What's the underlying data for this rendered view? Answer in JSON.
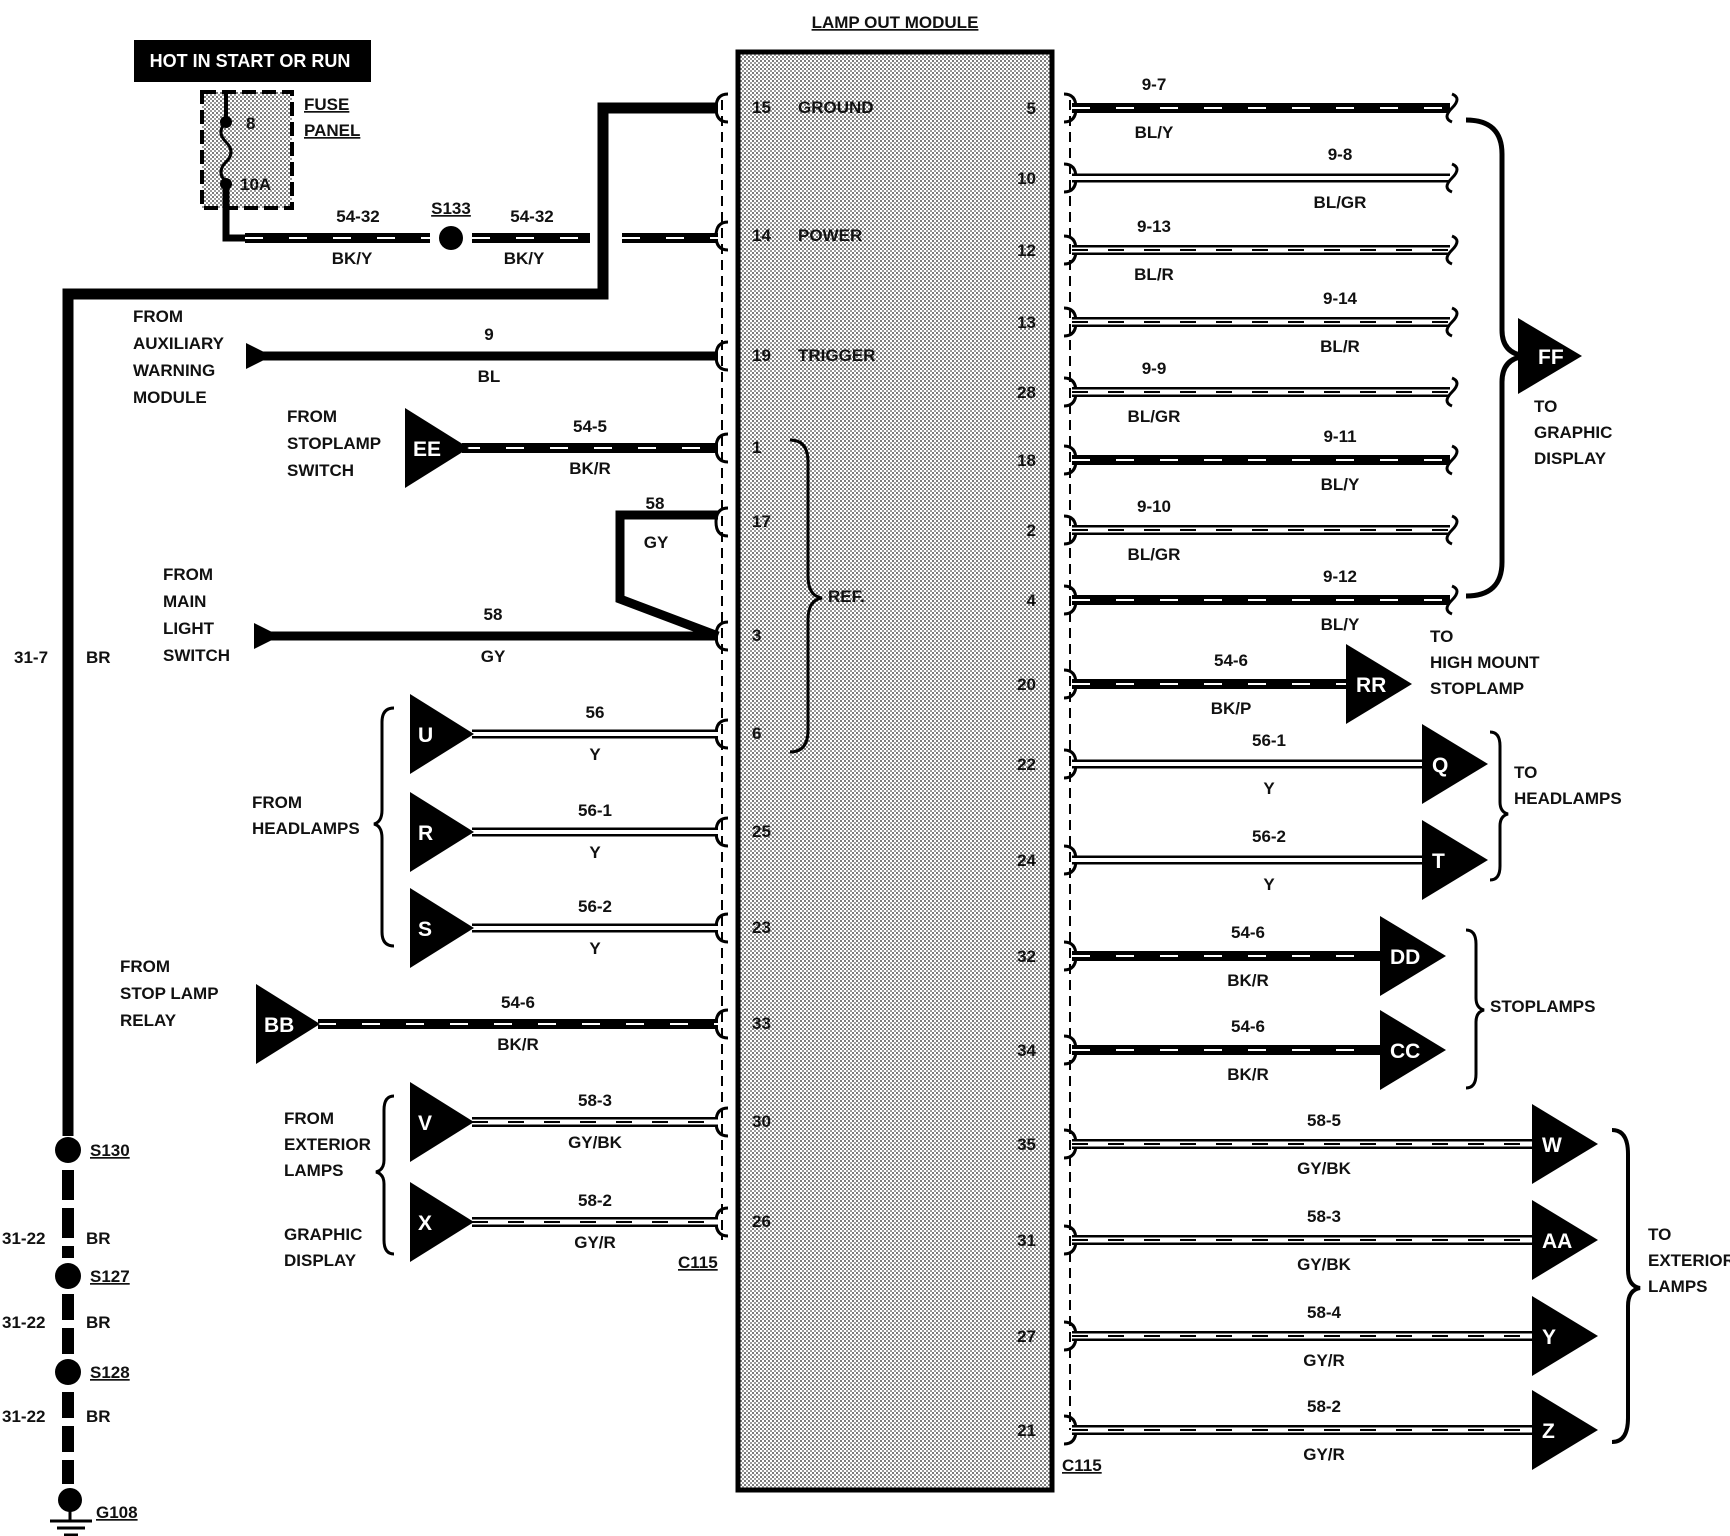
{
  "module": {
    "title": "LAMP OUT MODULE",
    "connector": "C115"
  },
  "power_source": {
    "hot_label": "HOT IN START OR RUN",
    "fuse_number": "8",
    "fuse_rating": "10A",
    "panel_label": [
      "FUSE",
      "PANEL"
    ],
    "splice": "S133",
    "wire1": {
      "circuit": "54-32",
      "color": "BK/Y"
    },
    "wire2": {
      "circuit": "54-32",
      "color": "BK/Y"
    }
  },
  "left_pins": [
    {
      "pin": "15",
      "name": "GROUND"
    },
    {
      "pin": "14",
      "name": "POWER"
    },
    {
      "pin": "19",
      "name": "TRIGGER"
    },
    {
      "pin": "1",
      "name": ""
    },
    {
      "pin": "17",
      "name": ""
    },
    {
      "pin": "3",
      "name": ""
    },
    {
      "pin": "6",
      "name": ""
    },
    {
      "pin": "25",
      "name": ""
    },
    {
      "pin": "23",
      "name": ""
    },
    {
      "pin": "33",
      "name": ""
    },
    {
      "pin": "30",
      "name": ""
    },
    {
      "pin": "26",
      "name": ""
    }
  ],
  "ref_label": "REF.",
  "left_inputs": [
    {
      "source": [
        "FROM",
        "AUXILIARY",
        "WARNING",
        "MODULE"
      ],
      "connector": "",
      "circuit": "9",
      "color": "BL",
      "pin": "19"
    },
    {
      "source": [
        "FROM",
        "STOPLAMP",
        "SWITCH"
      ],
      "connector": "EE",
      "circuit": "54-5",
      "color": "BK/R",
      "pin": "1"
    },
    {
      "source": [],
      "connector": "",
      "circuit": "58",
      "color": "GY",
      "pin": "17"
    },
    {
      "source": [
        "FROM",
        "MAIN",
        "LIGHT",
        "SWITCH"
      ],
      "connector": "",
      "circuit": "58",
      "color": "GY",
      "pin": "3"
    },
    {
      "source": [],
      "connector": "U",
      "circuit": "56",
      "color": "Y",
      "pin": "6"
    },
    {
      "source": [],
      "connector": "R",
      "circuit": "56-1",
      "color": "Y",
      "pin": "25"
    },
    {
      "source": [],
      "connector": "S",
      "circuit": "56-2",
      "color": "Y",
      "pin": "23"
    },
    {
      "source": [
        "FROM",
        "STOP LAMP",
        "RELAY"
      ],
      "connector": "BB",
      "circuit": "54-6",
      "color": "BK/R",
      "pin": "33"
    },
    {
      "source": [],
      "connector": "V",
      "circuit": "58-3",
      "color": "GY/BK",
      "pin": "30"
    },
    {
      "source": [],
      "connector": "X",
      "circuit": "58-2",
      "color": "GY/R",
      "pin": "26"
    }
  ],
  "left_groups": {
    "headlamps": [
      "FROM",
      "HEADLAMPS"
    ],
    "exterior": [
      "FROM",
      "EXTERIOR",
      "LAMPS"
    ],
    "graphic": [
      "GRAPHIC",
      "DISPLAY"
    ]
  },
  "right_outputs": [
    {
      "pin": "5",
      "circuit": "9-7",
      "color": "BL/Y",
      "connector": ""
    },
    {
      "pin": "10",
      "circuit": "9-8",
      "color": "BL/GR",
      "connector": ""
    },
    {
      "pin": "12",
      "circuit": "9-13",
      "color": "BL/R",
      "connector": ""
    },
    {
      "pin": "13",
      "circuit": "9-14",
      "color": "BL/R",
      "connector": ""
    },
    {
      "pin": "28",
      "circuit": "9-9",
      "color": "BL/GR",
      "connector": ""
    },
    {
      "pin": "18",
      "circuit": "9-11",
      "color": "BL/Y",
      "connector": ""
    },
    {
      "pin": "2",
      "circuit": "9-10",
      "color": "BL/GR",
      "connector": ""
    },
    {
      "pin": "4",
      "circuit": "9-12",
      "color": "BL/Y",
      "connector": ""
    },
    {
      "pin": "20",
      "circuit": "54-6",
      "color": "BK/P",
      "connector": "RR"
    },
    {
      "pin": "22",
      "circuit": "56-1",
      "color": "Y",
      "connector": "Q"
    },
    {
      "pin": "24",
      "circuit": "56-2",
      "color": "Y",
      "connector": "T"
    },
    {
      "pin": "32",
      "circuit": "54-6",
      "color": "BK/R",
      "connector": "DD"
    },
    {
      "pin": "34",
      "circuit": "54-6",
      "color": "BK/R",
      "connector": "CC"
    },
    {
      "pin": "35",
      "circuit": "58-5",
      "color": "GY/BK",
      "connector": "W"
    },
    {
      "pin": "31",
      "circuit": "58-3",
      "color": "GY/BK",
      "connector": "AA"
    },
    {
      "pin": "27",
      "circuit": "58-4",
      "color": "GY/R",
      "connector": "Y"
    },
    {
      "pin": "21",
      "circuit": "58-2",
      "color": "GY/R",
      "connector": "Z"
    }
  ],
  "right_groups": {
    "graphic": {
      "connector": "FF",
      "label": [
        "TO",
        "GRAPHIC",
        "DISPLAY"
      ]
    },
    "highmount": [
      "TO",
      "HIGH MOUNT",
      "STOPLAMP"
    ],
    "headlamps": [
      "TO",
      "HEADLAMPS"
    ],
    "stoplamps": [
      "STOPLAMPS"
    ],
    "exterior": [
      "TO",
      "EXTERIOR",
      "LAMPS"
    ]
  },
  "ground_path": {
    "main": {
      "circuit": "31-7",
      "color": "BR"
    },
    "splices": [
      "S130",
      "S127",
      "S128"
    ],
    "segments": [
      {
        "circuit": "31-22",
        "color": "BR"
      },
      {
        "circuit": "31-22",
        "color": "BR"
      },
      {
        "circuit": "31-22",
        "color": "BR"
      }
    ],
    "ground": "G108"
  }
}
